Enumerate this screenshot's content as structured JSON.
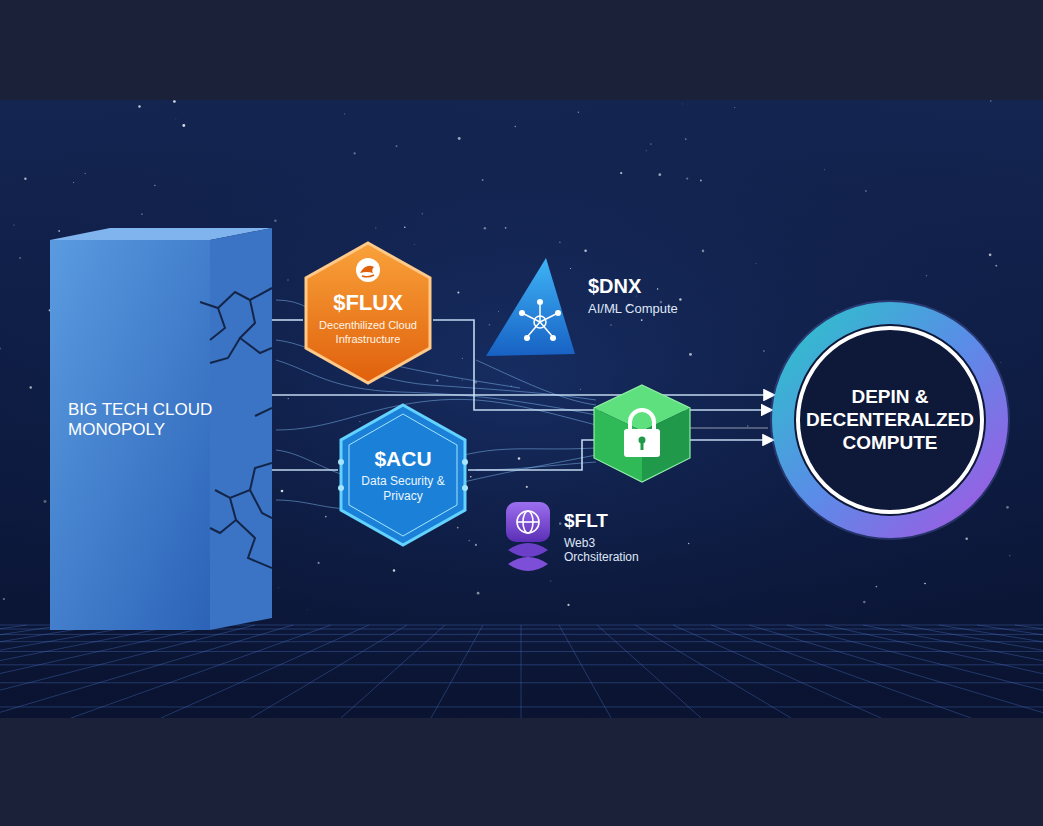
{
  "diagram": {
    "nodes": [
      {
        "text": [
          "BIG TECH CLOUD MONOPOLY"
        ]
      },
      {
        "text": [
          "$FLUX",
          "Decenthilized Cloud Infrastructure"
        ]
      },
      {
        "text": [
          "$DNX",
          "AI/ML Compute"
        ]
      },
      {
        "text": [
          "$ACU",
          "Data Security & Privacy"
        ]
      },
      {
        "text": [
          "$FLT",
          "Web3 Orchsiteration"
        ]
      },
      {
        "text": [
          "DEPIN & DECENTERALZED COMPUTE"
        ]
      }
    ],
    "edges": [
      {
        "from": 0,
        "to": 1,
        "arrow": "none"
      },
      {
        "from": 0,
        "to": 3,
        "arrow": "none"
      },
      {
        "from": 0,
        "to": 5,
        "arrow": "to"
      },
      {
        "from": 1,
        "to": 5,
        "arrow": "to"
      },
      {
        "from": 3,
        "to": 5,
        "arrow": "to"
      }
    ]
  }
}
